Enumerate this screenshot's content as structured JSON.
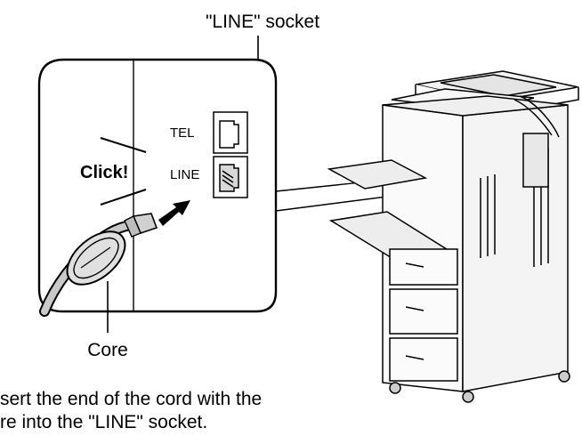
{
  "callouts": {
    "line_socket": "\"LINE\" socket",
    "core": "Core",
    "click": "Click!"
  },
  "jack_labels": {
    "tel": "TEL",
    "line": "LINE"
  },
  "caption": {
    "line1": "sert the end of the cord with the",
    "line2": "re into the \"LINE\" socket."
  }
}
